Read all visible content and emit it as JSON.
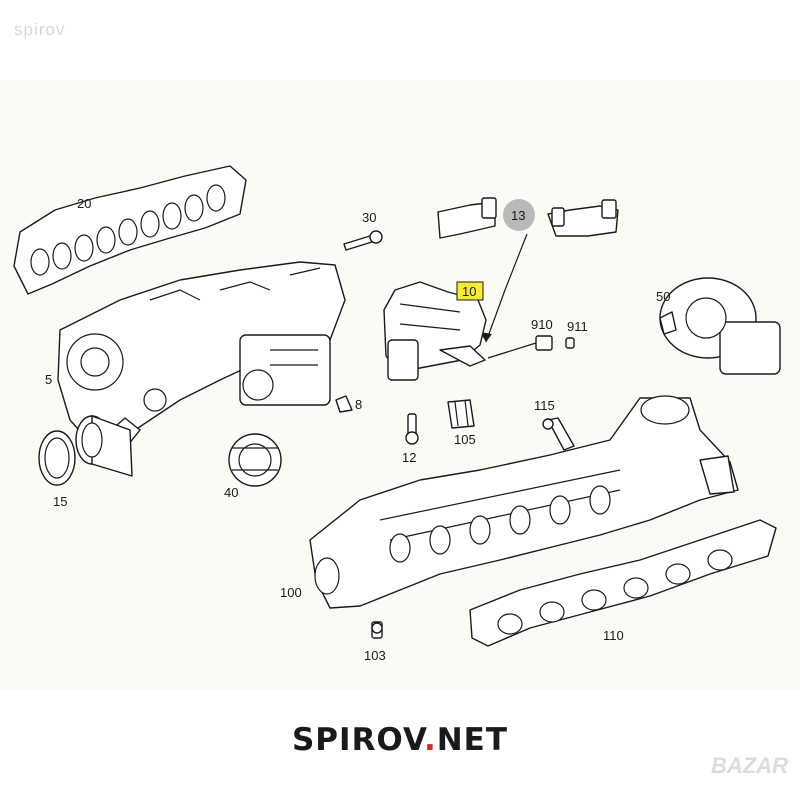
{
  "watermark_top": "spirov",
  "brand": {
    "left": "SPIROV",
    "dot": ".",
    "right": "NET"
  },
  "watermark_bottom": "BAZAR",
  "callouts": {
    "c20": "20",
    "c30": "30",
    "c13": "13",
    "c10": "10",
    "c50": "50",
    "c910": "910",
    "c911": "911",
    "c5": "5",
    "c8": "8",
    "c115": "115",
    "c12": "12",
    "c105": "105",
    "c15": "15",
    "c40": "40",
    "c100": "100",
    "c110": "110",
    "c103": "103"
  },
  "colors": {
    "highlight_box": "#f5ec34",
    "highlight_circle": "#b9b9b9",
    "brand_dot": "#e0261c",
    "panel_bg": "#fbfbf6"
  }
}
